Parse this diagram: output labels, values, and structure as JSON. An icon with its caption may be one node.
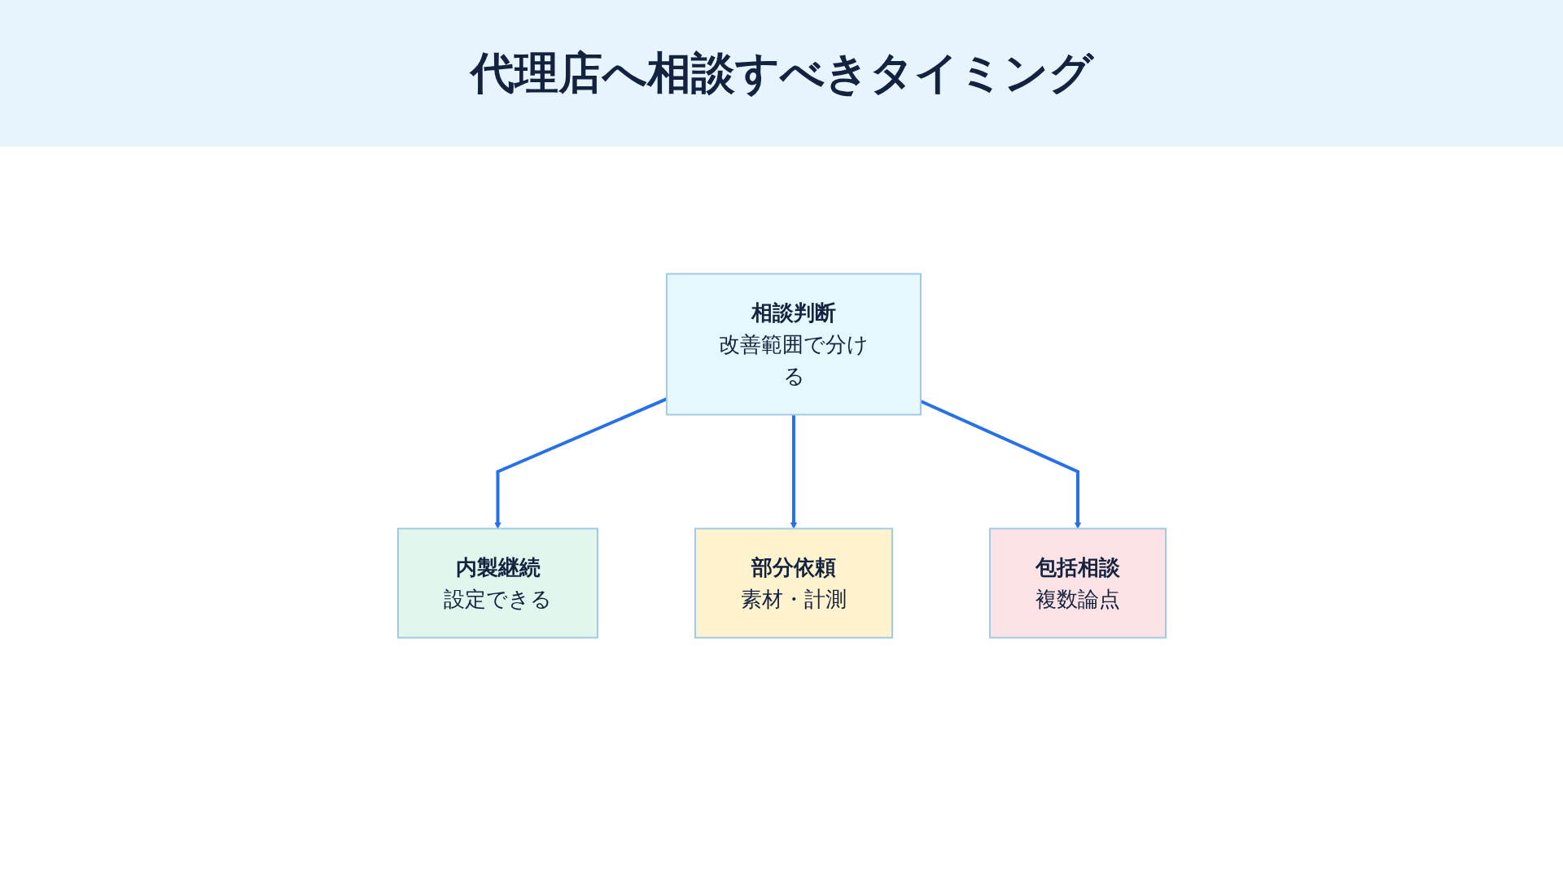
{
  "diagram": {
    "title": "代理店へ相談すべきタイミング",
    "nodes": [
      {
        "text": [
          "相談判断",
          "改善範囲で分ける"
        ]
      },
      {
        "text": [
          "内製継続",
          "設定できる"
        ]
      },
      {
        "text": [
          "部分依頼",
          "素材・計測"
        ]
      },
      {
        "text": [
          "包括相談",
          "複数論点"
        ]
      }
    ],
    "edges": [
      {
        "from": 0,
        "to": 1,
        "arrow": "to"
      },
      {
        "from": 0,
        "to": 2,
        "arrow": "to"
      },
      {
        "from": 0,
        "to": 3,
        "arrow": "to"
      }
    ]
  }
}
